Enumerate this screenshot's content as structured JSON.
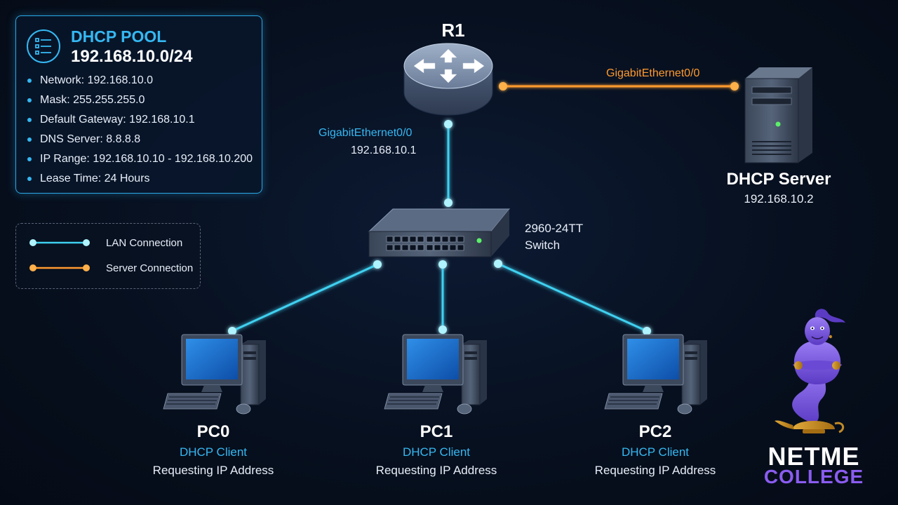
{
  "pool": {
    "title": "DHCP POOL",
    "subnet": "192.168.10.0/24",
    "items": [
      "Network: 192.168.10.0",
      "Mask: 255.255.255.0",
      "Default Gateway: 192.168.10.1",
      "DNS Server: 8.8.8.8",
      "IP Range: 192.168.10.10 - 192.168.10.200",
      "Lease Time: 24 Hours"
    ]
  },
  "legend": {
    "lan": "LAN Connection",
    "server": "Server Connection"
  },
  "router": {
    "name": "R1",
    "server_link_iface": "GigabitEthernet0/0",
    "lan_iface": "GigabitEthernet0/0",
    "lan_ip": "192.168.10.1"
  },
  "server": {
    "name": "DHCP Server",
    "ip": "192.168.10.2"
  },
  "switch": {
    "model": "2960-24TT",
    "type": "Switch"
  },
  "pcs": [
    {
      "name": "PC0",
      "role": "DHCP Client",
      "status": "Requesting IP Address"
    },
    {
      "name": "PC1",
      "role": "DHCP Client",
      "status": "Requesting IP Address"
    },
    {
      "name": "PC2",
      "role": "DHCP Client",
      "status": "Requesting IP Address"
    }
  ],
  "logo": {
    "line1": "NETME",
    "line2": "COLLEGE"
  },
  "colors": {
    "lan": "#3fd0f0",
    "server": "#ff9a2e",
    "accent": "#35b8f2",
    "logo_purple": "#8a5cf0"
  }
}
